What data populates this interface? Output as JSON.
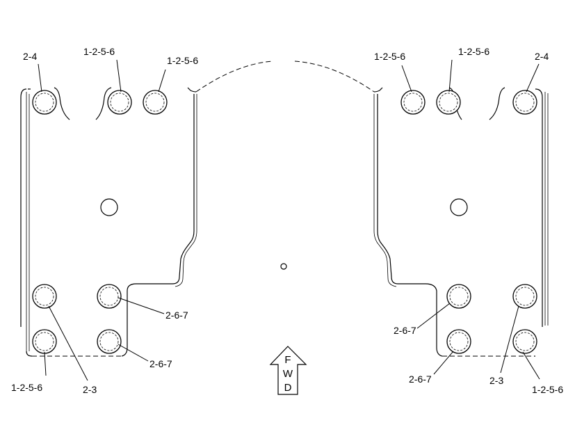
{
  "callouts": {
    "top_left_corner": "2-4",
    "top_left_mid": "1-2-5-6",
    "top_left_inner": "1-2-5-6",
    "top_right_inner": "1-2-5-6",
    "top_right_mid": "1-2-5-6",
    "top_right_corner": "2-4",
    "left_lower_inner_top": "2-6-7",
    "left_lower_inner_bottom": "2-6-7",
    "left_bottom_outer": "1-2-5-6",
    "left_bottom_mid": "2-3",
    "right_lower_inner_top": "2-6-7",
    "right_lower_inner_bottom": "2-6-7",
    "right_bottom_mid": "2-3",
    "right_bottom_outer": "1-2-5-6"
  },
  "fwd_arrow": {
    "line1": "F",
    "line2": "W",
    "line3": "D"
  }
}
